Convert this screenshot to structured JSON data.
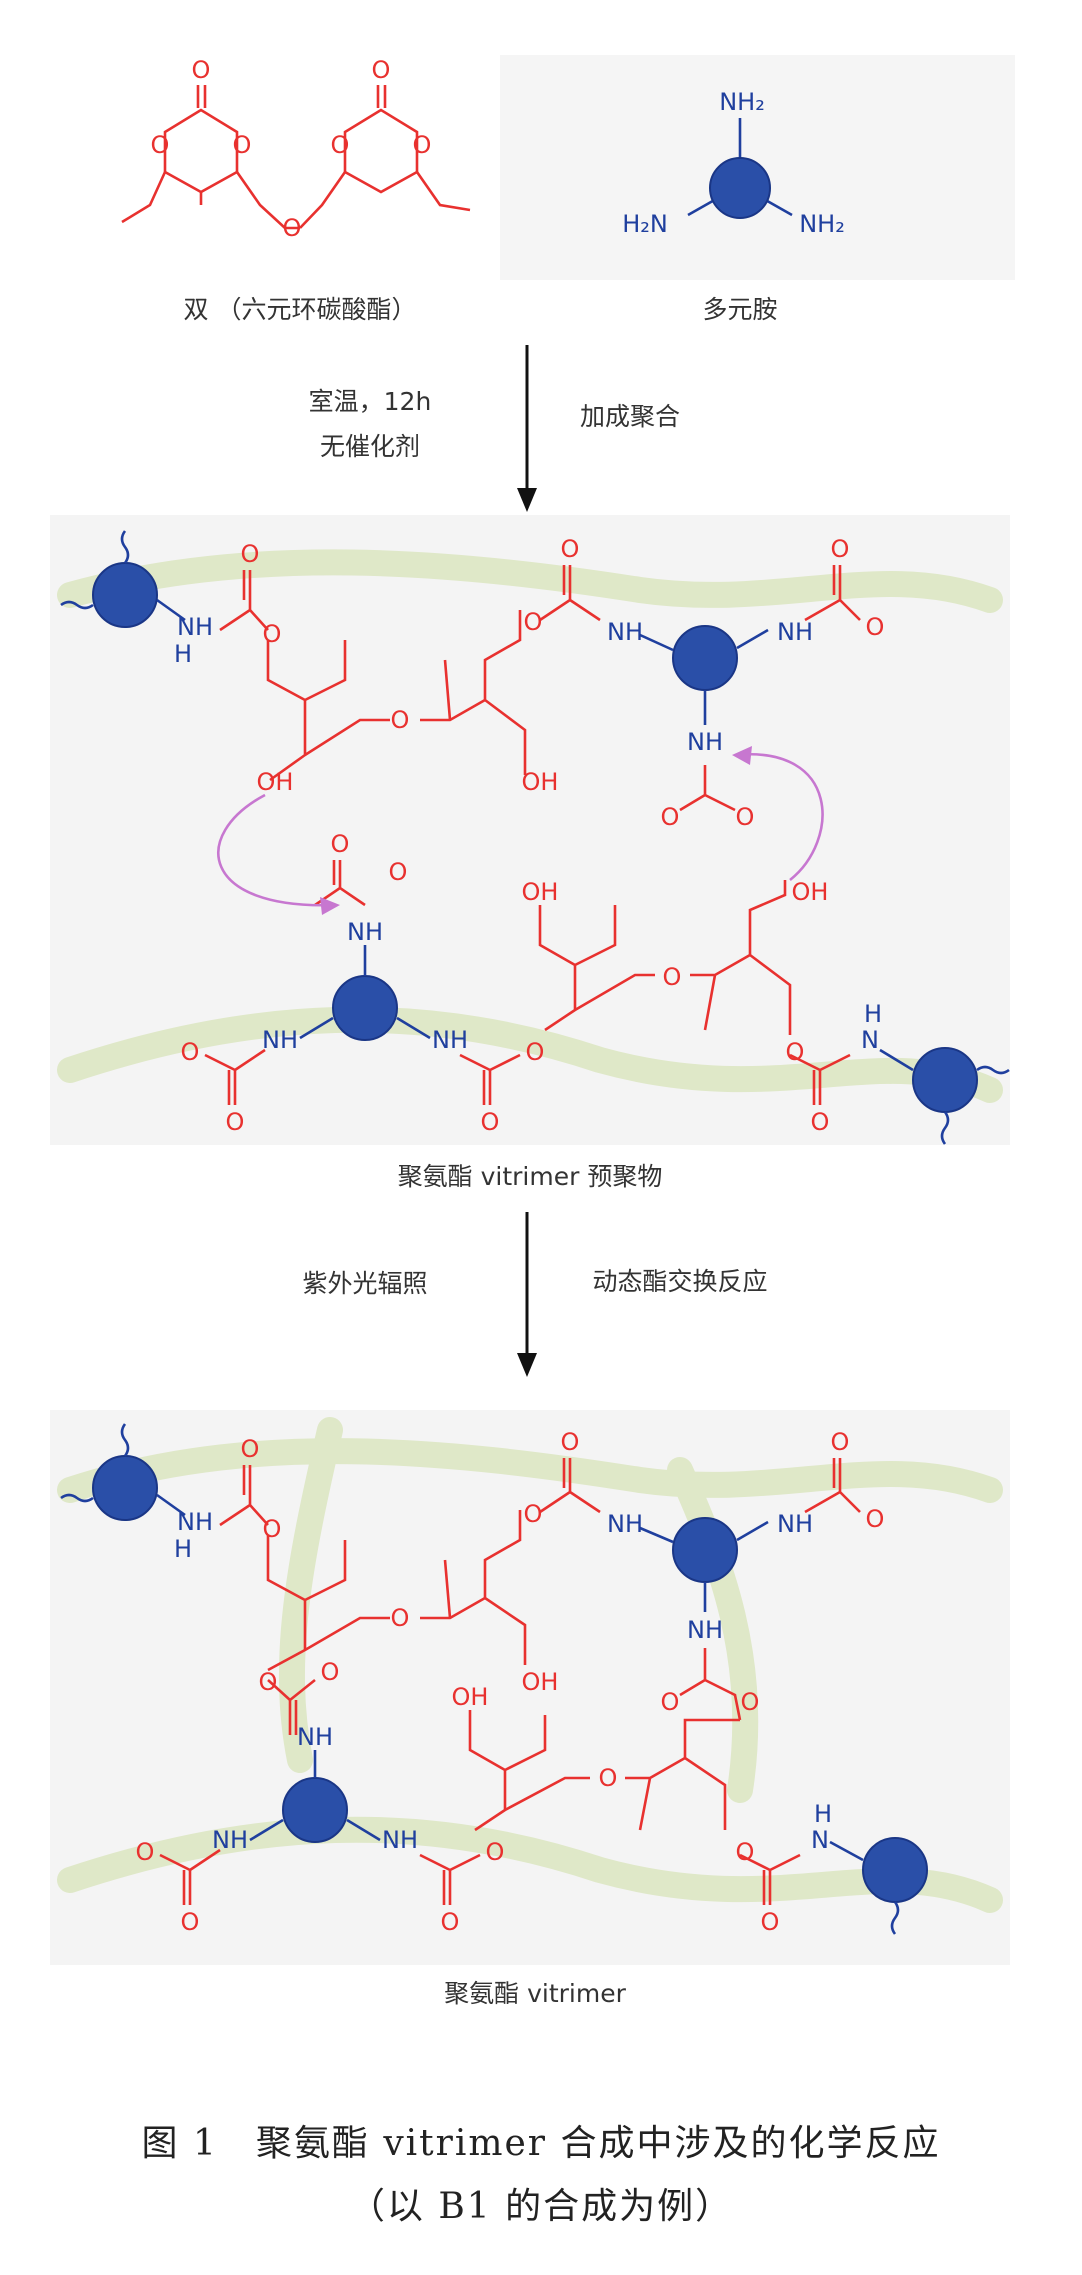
{
  "reactants": {
    "bis_carbonate": "双 （六元环碳酸酯）",
    "polyamine": "多元胺",
    "plus": "+"
  },
  "step1": {
    "conditions": [
      "室温，12h",
      "无催化剂"
    ],
    "reaction": "加成聚合"
  },
  "prepolymer_label": "聚氨酯 vitrimer 预聚物",
  "step2": {
    "conditions": "紫外光辐照",
    "reaction": "动态酯交换反应"
  },
  "product_label": "聚氨酯 vitrimer",
  "caption": {
    "line1": "图 1　聚氨酯 vitrimer 合成中涉及的化学反应",
    "line2": "（以 B1 的合成为例）"
  },
  "chem_labels": {
    "O": "O",
    "OH": "OH",
    "NH": "NH",
    "H": "H",
    "N": "N",
    "NH2": "NH₂",
    "H2N": "H₂N"
  },
  "colors": {
    "carbonate_red": "#e8312f",
    "amine_blue": "#1f3f9e",
    "backbone_green": "#dfe8c8",
    "transfer_arrow": "#c777d0",
    "panel_bg": "#f4f4f4"
  }
}
